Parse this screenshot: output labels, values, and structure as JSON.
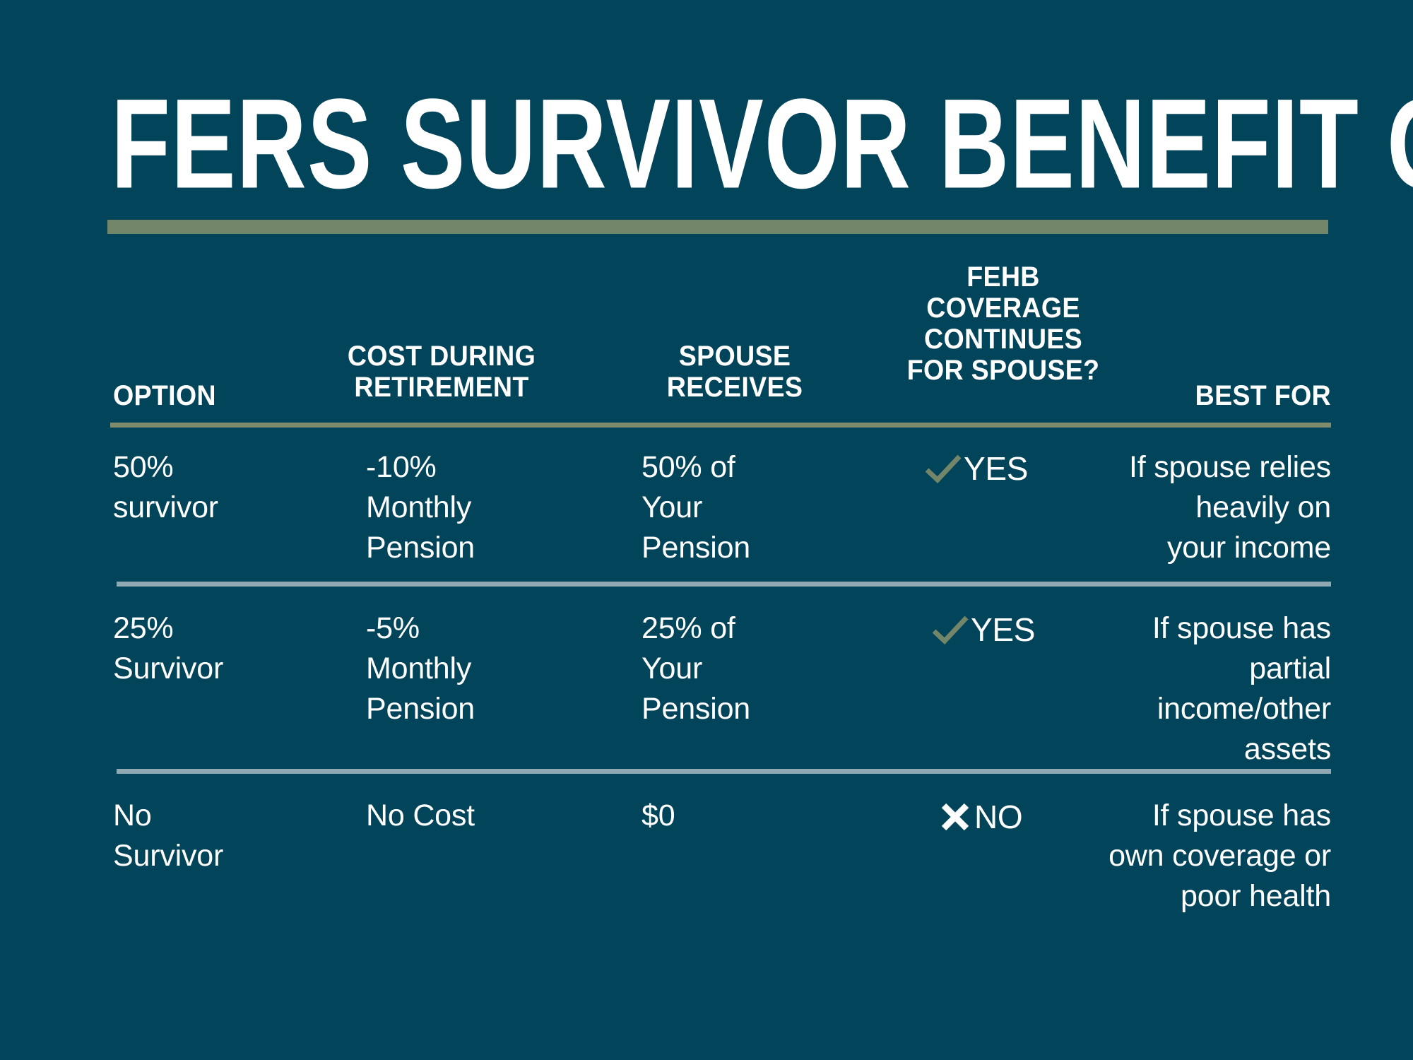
{
  "page": {
    "title": "FERS SURVIVOR BENEFIT OPTIONS",
    "background_color": "#02445a",
    "accent_color": "#74866a",
    "rule_color": "#8fa8b1",
    "text_color": "#ffffff",
    "check_color": "#74866a"
  },
  "table": {
    "headers": {
      "option": "OPTION",
      "cost": "COST DURING\nRETIREMENT",
      "spouse": "SPOUSE\nRECEIVES",
      "fehb": "FEHB\nCOVERAGE\nCONTINUES\nFOR SPOUSE?",
      "best": "BEST FOR"
    },
    "rows": [
      {
        "option": "50%\nsurvivor",
        "cost": "-10%\nMonthly\nPension",
        "spouse": "50% of\nYour\nPension",
        "fehb_icon": "check-icon",
        "fehb": "YES",
        "best": "If spouse relies\nheavily on\nyour income"
      },
      {
        "option": "25%\nSurvivor",
        "cost": "-5%\nMonthly\nPension",
        "spouse": "25% of\nYour\nPension",
        "fehb_icon": "check-icon",
        "fehb": "YES",
        "best": "If spouse has\npartial\nincome/other\nassets"
      },
      {
        "option": "No\nSurvivor",
        "cost": "No Cost",
        "spouse": "$0",
        "fehb_icon": "x-icon",
        "fehb": "NO",
        "best": "If spouse has\nown coverage or\npoor health"
      }
    ]
  }
}
